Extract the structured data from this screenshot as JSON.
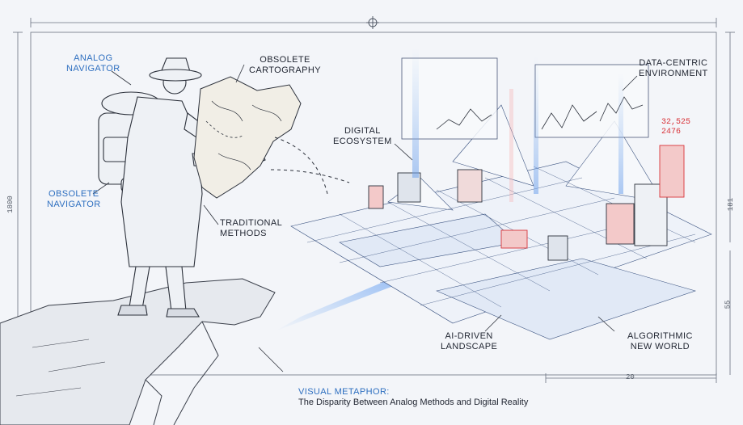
{
  "labels": {
    "analog_navigator": [
      "ANALOG",
      "NAVIGATOR"
    ],
    "obsolete_cartography": [
      "OBSOLETE",
      "CARTOGRAPHY"
    ],
    "obsolete_navigator": [
      "OBSOLETE",
      "NAVIGATOR"
    ],
    "traditional_methods": [
      "TRADITIONAL",
      "METHODS"
    ],
    "digital_ecosystem": [
      "DIGITAL",
      "ECOSYSTEM"
    ],
    "data_centric_environment": [
      "DATA-CENTRIC",
      "ENVIRONMENT"
    ],
    "ai_driven_landscape": [
      "AI-DRIVEN",
      "LANDSCAPE"
    ],
    "algorithmic_new_world": [
      "ALGORITHMIC",
      "NEW WORLD"
    ]
  },
  "caption": {
    "heading": "VISUAL METAPHOR:",
    "subtitle": "The Disparity Between Analog Methods and Digital Reality"
  },
  "dimensions": {
    "left_height": "1800",
    "right_height": "181",
    "right_lower": "55",
    "bottom_width": "20"
  },
  "readouts": {
    "value_top": "32,525",
    "value_bottom": "2476"
  },
  "colors": {
    "ink": "#1f2430",
    "accent_blue": "#2e6fc0",
    "alert_red": "#d9343a",
    "paper": "#f3f5f9"
  },
  "icons": [
    "crosshair-icon",
    "compass-icon",
    "map-icon",
    "server-icon"
  ]
}
